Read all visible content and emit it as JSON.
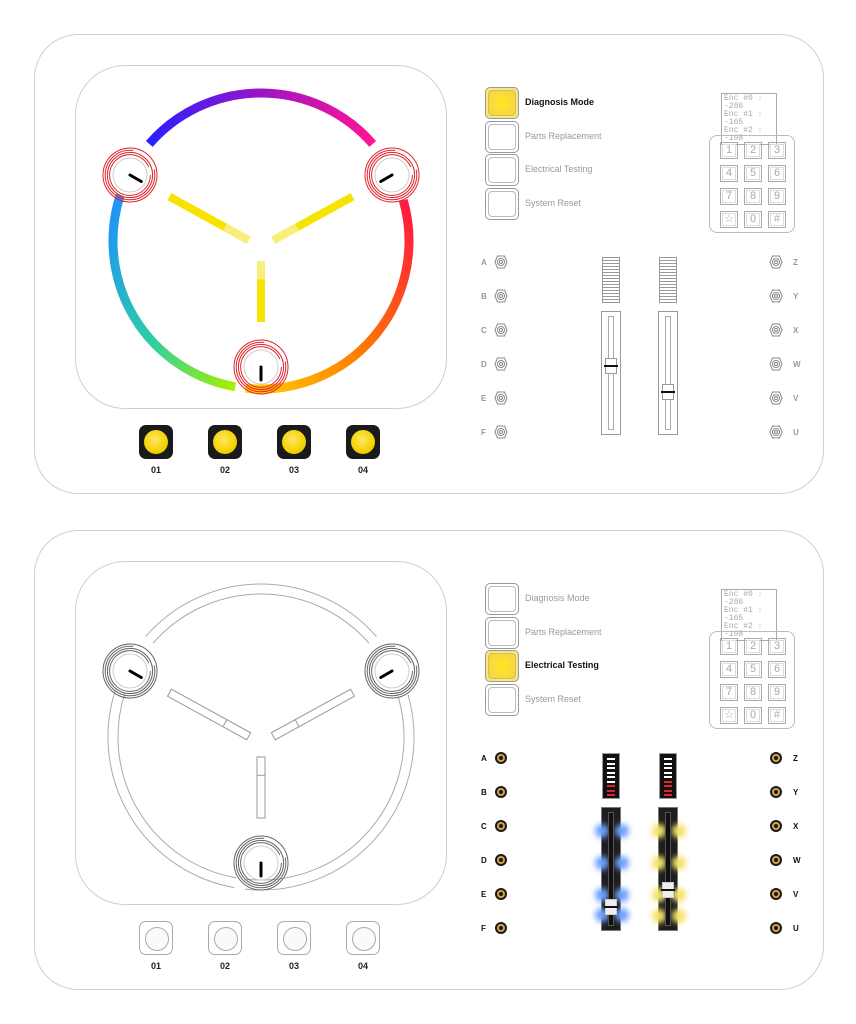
{
  "panels": [
    {
      "state": "colored",
      "buttons": [
        {
          "label": "01",
          "on": true
        },
        {
          "label": "02",
          "on": true
        },
        {
          "label": "03",
          "on": true
        },
        {
          "label": "04",
          "on": true
        }
      ],
      "modes": [
        {
          "label": "Diagnosis Mode",
          "active": true
        },
        {
          "label": "Parts Replacement",
          "active": false
        },
        {
          "label": "Electrical Testing",
          "active": false
        },
        {
          "label": "System Reset",
          "active": false
        }
      ],
      "encoders": [
        "Enc #0 : -286",
        "Enc #1 : -165",
        "Enc #2 : -198"
      ],
      "keypad": [
        "1",
        "2",
        "3",
        "4",
        "5",
        "6",
        "7",
        "8",
        "9",
        "☆",
        "0",
        "#"
      ],
      "left_connectors": [
        "A",
        "B",
        "C",
        "D",
        "E",
        "F"
      ],
      "right_connectors": [
        "Z",
        "Y",
        "X",
        "W",
        "V",
        "U"
      ],
      "connectors_active": false,
      "sliders": [
        {
          "value": 0.42,
          "meter_level": 0
        },
        {
          "value": 0.68,
          "meter_level": 0
        }
      ]
    },
    {
      "state": "outline",
      "buttons": [
        {
          "label": "01",
          "on": false
        },
        {
          "label": "02",
          "on": false
        },
        {
          "label": "03",
          "on": false
        },
        {
          "label": "04",
          "on": false
        }
      ],
      "modes": [
        {
          "label": "Diagnosis Mode",
          "active": false
        },
        {
          "label": "Parts Replacement",
          "active": false
        },
        {
          "label": "Electrical Testing",
          "active": true
        },
        {
          "label": "System Reset",
          "active": false
        }
      ],
      "encoders": [
        "Enc #0 : -286",
        "Enc #1 : -165",
        "Enc #2 : -198"
      ],
      "keypad": [
        "1",
        "2",
        "3",
        "4",
        "5",
        "6",
        "7",
        "8",
        "9",
        "☆",
        "0",
        "#"
      ],
      "left_connectors": [
        "A",
        "B",
        "C",
        "D",
        "E",
        "F"
      ],
      "right_connectors": [
        "Z",
        "Y",
        "X",
        "W",
        "V",
        "U"
      ],
      "connectors_active": true,
      "sliders": [
        {
          "value": 0.87,
          "meter_level": 0.2,
          "glow": "#6fa0ff"
        },
        {
          "value": 0.7,
          "meter_level": 0.3,
          "glow": "#f3e36a"
        }
      ]
    }
  ],
  "colors": {
    "yellow": "#f5de00",
    "dark": "#1a1a1a",
    "red": "#e0242a",
    "grey": "#999999"
  }
}
